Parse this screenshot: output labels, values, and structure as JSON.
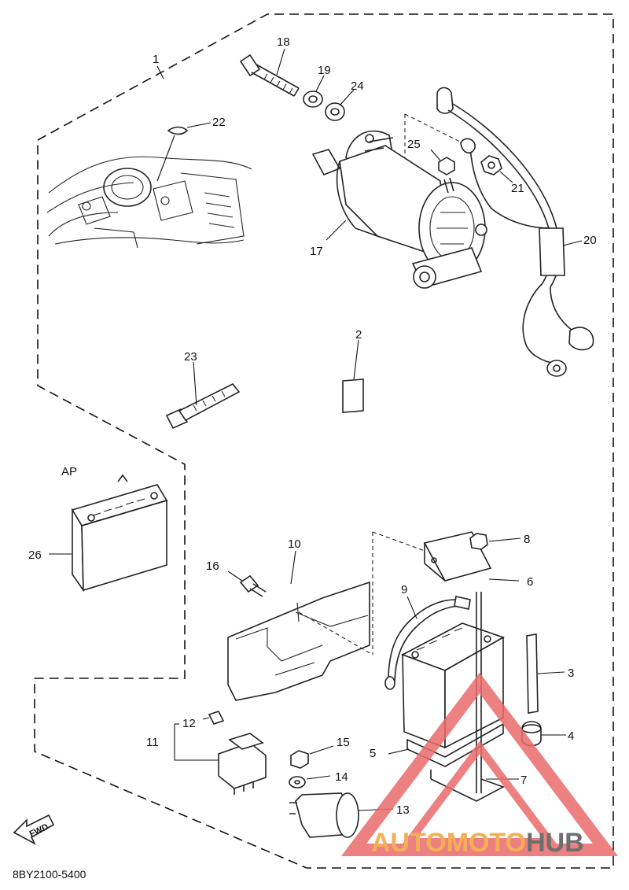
{
  "diagram": {
    "code": "8BY2100-5400",
    "fwd_label": "FWD",
    "inset_label": "AP",
    "callouts": [
      "1",
      "2",
      "3",
      "4",
      "5",
      "6",
      "7",
      "8",
      "9",
      "10",
      "11",
      "12",
      "13",
      "14",
      "15",
      "16",
      "17",
      "18",
      "19",
      "20",
      "21",
      "22",
      "23",
      "24",
      "25",
      "26"
    ]
  },
  "watermark": {
    "part1": "AUTOMOTO",
    "part2": "HUB",
    "color_accent": "#f2a23a",
    "color_red": "#ea6a6a",
    "color_dark": "#555555"
  }
}
